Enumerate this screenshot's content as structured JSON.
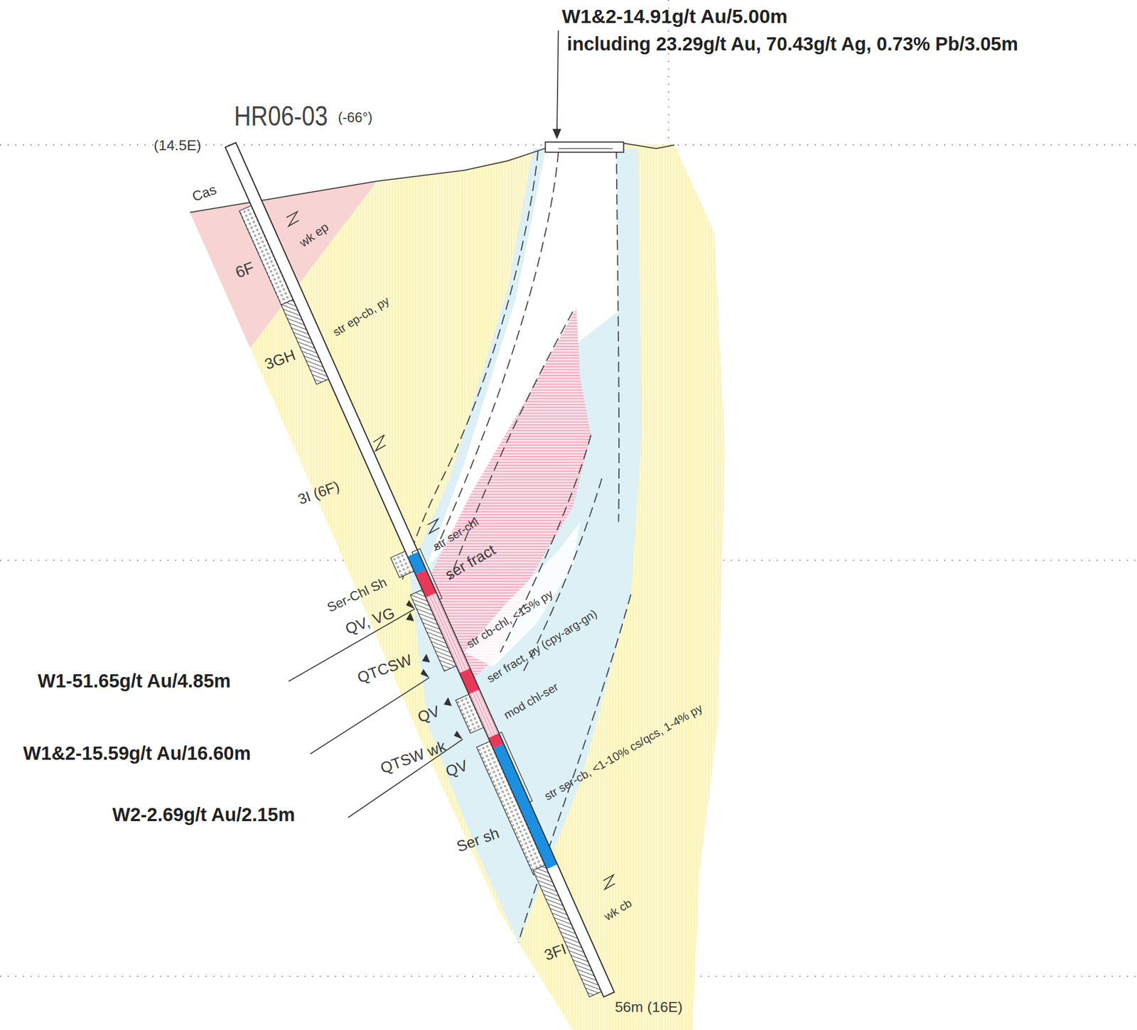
{
  "diagram": {
    "labels": [
      "W1&2-14.91g/t Au/5.00m",
      "including 23.29g/t Au, 70.43g/t Ag, 0.73% Pb/3.05m",
      "HR06-03",
      "(-66°)",
      "(14.5E)",
      "Cas",
      "6F",
      "wk ep",
      "str ep-cb, py",
      "3GH",
      "3I (6F)",
      "str ser-chl",
      "ser fract",
      "Ser-Chl Sh",
      "QV, VG",
      "str cb-chl, <15% py",
      "QTCSW",
      "ser fract, py (cpy-arg-gn)",
      "QV",
      "mod chl-ser",
      "QTSW wk",
      "QV",
      "str ser-cb, <1-10% cs/qcs, 1-4% py",
      "Ser sh",
      "wk cb",
      "3FI",
      "56m (16E)",
      "W1-51.65g/t Au/4.85m",
      "W1&2-15.59g/t Au/16.60m",
      "W2-2.69g/t Au/2.15m"
    ]
  }
}
